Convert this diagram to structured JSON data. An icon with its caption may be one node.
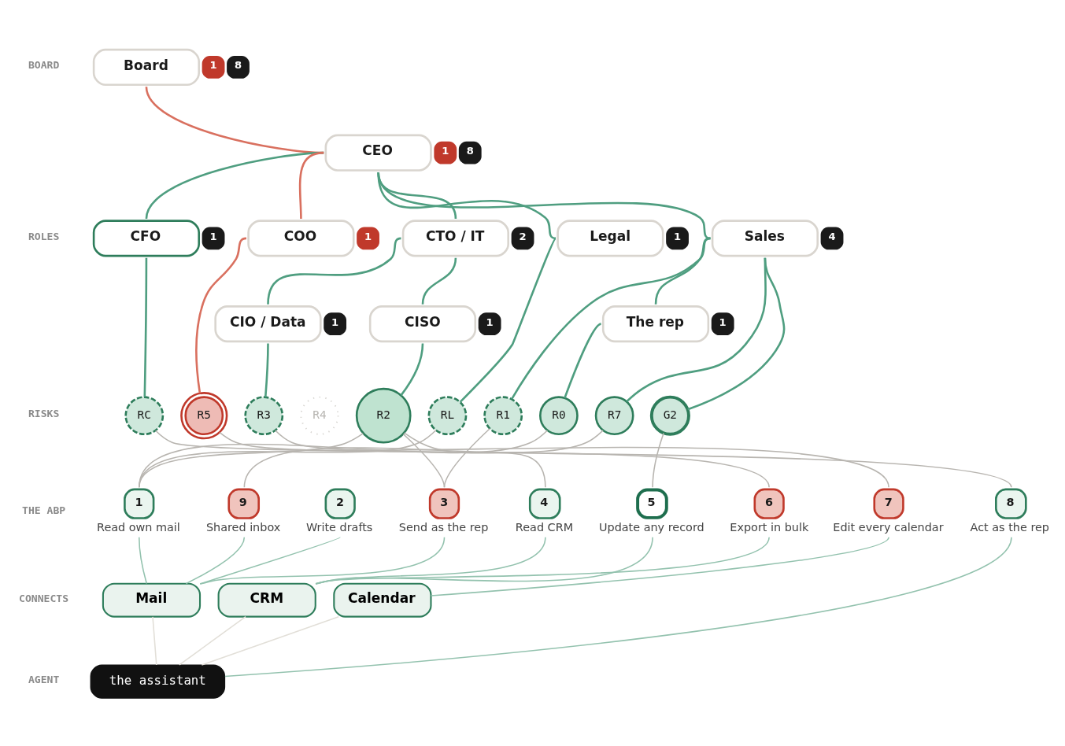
{
  "diagram": {
    "nodes": [
      {
        "text": [
          "Board"
        ],
        "beside": [
          "1",
          "8"
        ]
      },
      {
        "text": [
          "CEO"
        ],
        "beside": [
          "1",
          "8"
        ]
      },
      {
        "text": [
          "CFO"
        ],
        "beside": [
          "1"
        ]
      },
      {
        "text": [
          "COO"
        ],
        "beside": [
          "1"
        ]
      },
      {
        "text": [
          "CTO / IT"
        ],
        "beside": [
          "2"
        ]
      },
      {
        "text": [
          "Legal"
        ],
        "beside": [
          "1"
        ]
      },
      {
        "text": [
          "Sales"
        ],
        "beside": [
          "4"
        ]
      },
      {
        "text": [
          "CIO / Data"
        ],
        "beside": [
          "1"
        ]
      },
      {
        "text": [
          "CISO"
        ],
        "beside": [
          "1"
        ]
      },
      {
        "text": [
          "The rep"
        ],
        "beside": [
          "1"
        ]
      },
      {
        "text": [
          "RC"
        ]
      },
      {
        "text": [
          "R5"
        ]
      },
      {
        "text": [
          "R3"
        ]
      },
      {
        "text": [
          "R4"
        ]
      },
      {
        "text": [
          "R2"
        ]
      },
      {
        "text": [
          "RL"
        ]
      },
      {
        "text": [
          "R1"
        ]
      },
      {
        "text": [
          "R0"
        ]
      },
      {
        "text": [
          "R7"
        ]
      },
      {
        "text": [
          "G2"
        ]
      },
      {
        "text": [
          "1",
          "Read own mail"
        ]
      },
      {
        "text": [
          "9",
          "Shared inbox"
        ]
      },
      {
        "text": [
          "2",
          "Write drafts"
        ]
      },
      {
        "text": [
          "3",
          "Send as the rep"
        ]
      },
      {
        "text": [
          "4",
          "Read CRM"
        ]
      },
      {
        "text": [
          "5",
          "Update any record"
        ]
      },
      {
        "text": [
          "6",
          "Export in bulk"
        ]
      },
      {
        "text": [
          "7",
          "Edit every calendar"
        ]
      },
      {
        "text": [
          "8",
          "Act as the rep"
        ]
      },
      {
        "text": [
          "Mail"
        ]
      },
      {
        "text": [
          "CRM"
        ]
      },
      {
        "text": [
          "Calendar"
        ]
      },
      {
        "text": [
          "the assistant"
        ]
      }
    ],
    "edges": [
      {
        "from": 0,
        "to": 1,
        "arrow": "none",
        "color": "#d9705f"
      },
      {
        "from": 1,
        "to": 2,
        "arrow": "none"
      },
      {
        "from": 1,
        "to": 3,
        "arrow": "none",
        "color": "#d9705f"
      },
      {
        "from": 1,
        "to": 4,
        "arrow": "none"
      },
      {
        "from": 1,
        "to": 5,
        "arrow": "none"
      },
      {
        "from": 1,
        "to": 6,
        "arrow": "none"
      },
      {
        "from": 4,
        "to": 7,
        "arrow": "none"
      },
      {
        "from": 4,
        "to": 8,
        "arrow": "none"
      },
      {
        "from": 6,
        "to": 9,
        "arrow": "none"
      },
      {
        "from": 2,
        "to": 10,
        "arrow": "none"
      },
      {
        "from": 3,
        "to": 11,
        "arrow": "none",
        "color": "#d9705f"
      },
      {
        "from": 7,
        "to": 12,
        "arrow": "none"
      },
      {
        "from": 8,
        "to": 14,
        "arrow": "none"
      },
      {
        "from": 5,
        "to": 15,
        "arrow": "none"
      },
      {
        "from": 6,
        "to": 16,
        "arrow": "none"
      },
      {
        "from": 9,
        "to": 17,
        "arrow": "none"
      },
      {
        "from": 6,
        "to": 18,
        "arrow": "none"
      },
      {
        "from": 6,
        "to": 19,
        "arrow": "none"
      },
      {
        "from": 10,
        "to": 28,
        "arrow": "none",
        "color": "#b8b5b0"
      },
      {
        "from": 11,
        "to": 27,
        "arrow": "none",
        "color": "#b8b5b0"
      },
      {
        "from": 12,
        "to": 26,
        "arrow": "none",
        "color": "#b8b5b0"
      },
      {
        "from": 14,
        "to": 20,
        "arrow": "none",
        "color": "#b8b5b0"
      },
      {
        "from": 14,
        "to": 23,
        "arrow": "none",
        "color": "#b8b5b0"
      },
      {
        "from": 14,
        "to": 24,
        "arrow": "none",
        "color": "#b8b5b0"
      },
      {
        "from": 15,
        "to": 20,
        "arrow": "none",
        "color": "#b8b5b0"
      },
      {
        "from": 16,
        "to": 23,
        "arrow": "none",
        "color": "#b8b5b0"
      },
      {
        "from": 17,
        "to": 20,
        "arrow": "none",
        "color": "#b8b5b0"
      },
      {
        "from": 18,
        "to": 21,
        "arrow": "none",
        "color": "#b8b5b0"
      },
      {
        "from": 19,
        "to": 25,
        "arrow": "none",
        "color": "#b8b5b0"
      },
      {
        "from": 20,
        "to": 29,
        "arrow": "none",
        "color": "#93c2ae"
      },
      {
        "from": 21,
        "to": 29,
        "arrow": "none",
        "color": "#93c2ae"
      },
      {
        "from": 22,
        "to": 29,
        "arrow": "none",
        "color": "#93c2ae"
      },
      {
        "from": 23,
        "to": 29,
        "arrow": "none",
        "color": "#93c2ae"
      },
      {
        "from": 24,
        "to": 30,
        "arrow": "none",
        "color": "#93c2ae"
      },
      {
        "from": 25,
        "to": 30,
        "arrow": "none",
        "color": "#93c2ae"
      },
      {
        "from": 26,
        "to": 30,
        "arrow": "none",
        "color": "#93c2ae"
      },
      {
        "from": 27,
        "to": 31,
        "arrow": "none",
        "color": "#93c2ae"
      },
      {
        "from": 28,
        "to": 32,
        "arrow": "none",
        "color": "#93c2ae"
      },
      {
        "from": 29,
        "to": 32,
        "arrow": "none",
        "color": "#e2dfd8"
      },
      {
        "from": 30,
        "to": 32,
        "arrow": "none",
        "color": "#e2dfd8"
      },
      {
        "from": 31,
        "to": 32,
        "arrow": "none",
        "color": "#e2dfd8"
      }
    ],
    "labels": [
      "BOARD",
      "ROLES",
      "RISKS",
      "THE ABP",
      "CONNECTS",
      "AGENT"
    ]
  }
}
